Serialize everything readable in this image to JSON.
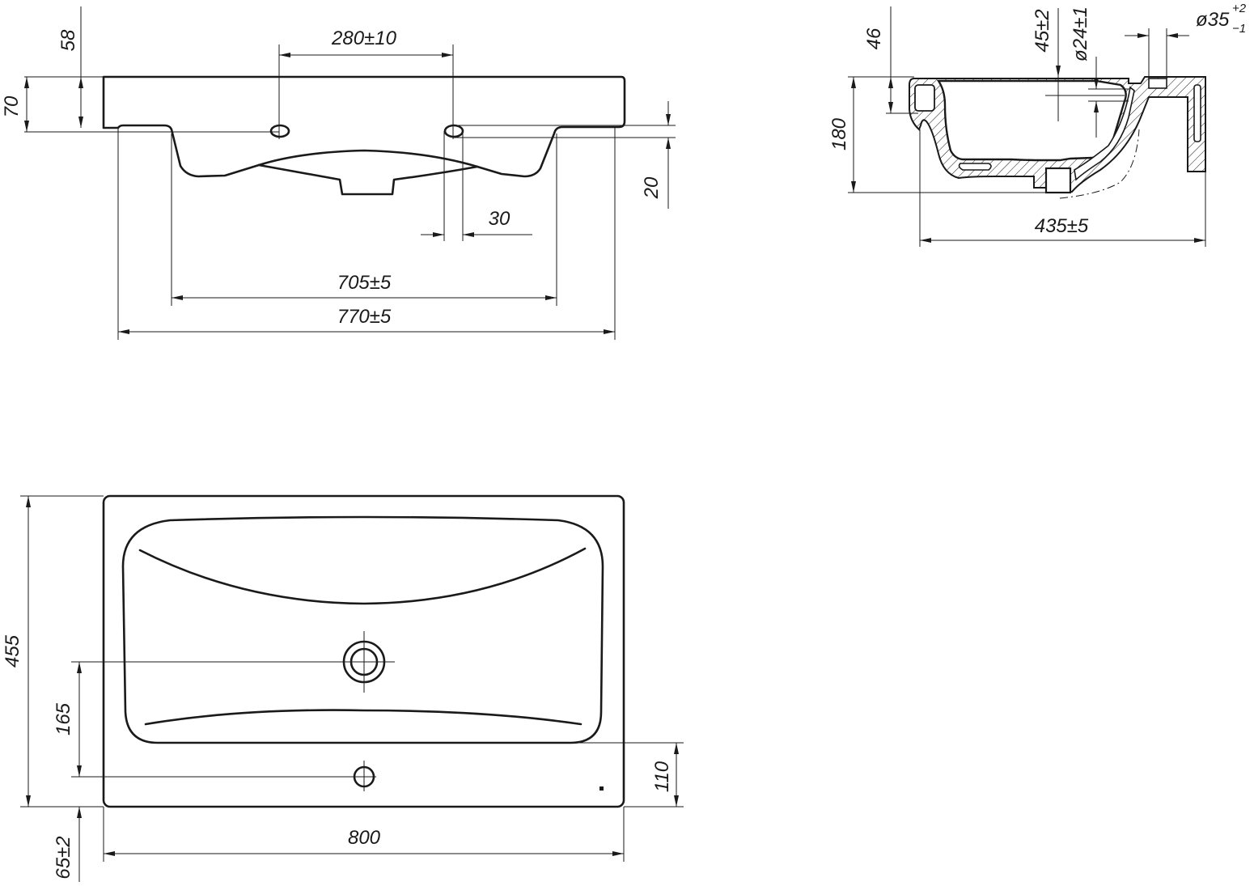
{
  "front_view": {
    "dimensions": {
      "holes_spacing": "280±10",
      "top_depth": "58",
      "rim_height": "70",
      "hole_offset": "20",
      "hole_diameter": "30",
      "inner_width": "705±5",
      "outer_width": "770±5"
    }
  },
  "side_view": {
    "dimensions": {
      "rim_depth": "46",
      "drain_offset": "45±2",
      "drain_diameter": "ø24±1",
      "overflow_diameter": "ø35",
      "overflow_tol_upper": "+2",
      "overflow_tol_lower": "−1",
      "height": "180",
      "depth": "435±5"
    }
  },
  "top_view": {
    "dimensions": {
      "depth": "455",
      "drain_position": "165",
      "tap_hole_position": "110",
      "front_offset": "65±2",
      "width": "800"
    }
  }
}
